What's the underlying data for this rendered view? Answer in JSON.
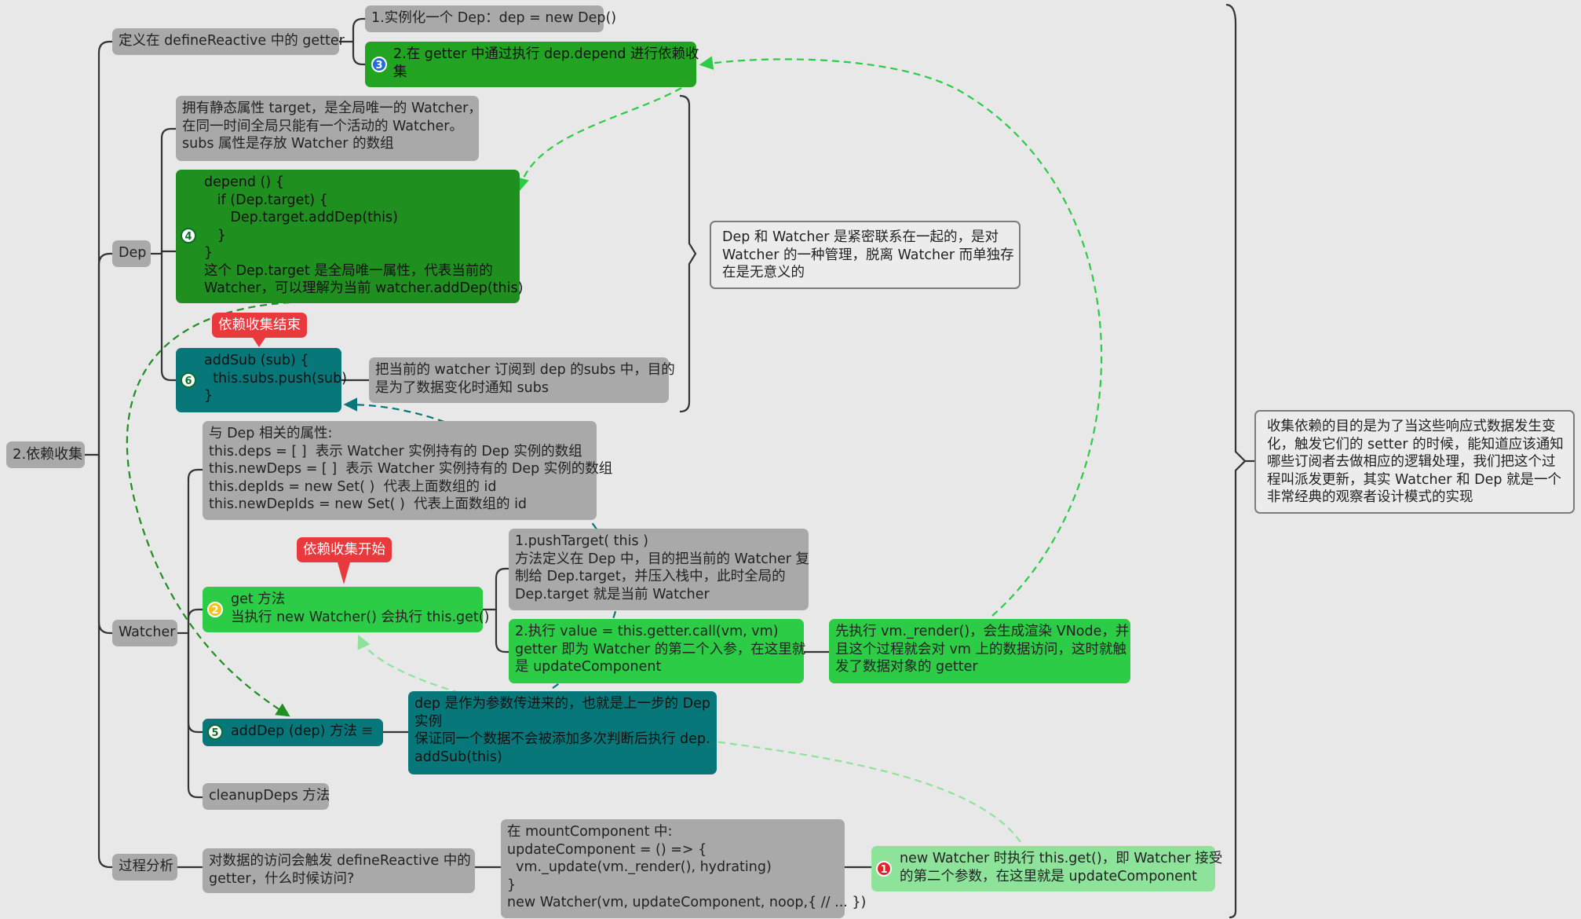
{
  "root": {
    "label": "2.依赖收集"
  },
  "branches": {
    "getter": {
      "label": "定义在 defineReactive 中的 getter",
      "child1": "1.实例化一个 Dep：dep = new Dep()",
      "child2": "2.在 getter 中通过执行 dep.depend 进行依赖收\n集",
      "child2_badge": "3"
    },
    "dep": {
      "label": "Dep",
      "static_desc": "拥有静态属性 target，是全局唯一的 Watcher，\n在同一时间全局只能有一个活动的 Watcher。\nsubs 属性是存放 Watcher 的数组",
      "depend_code": "depend () {\n   if (Dep.target) {\n      Dep.target.addDep(this)\n   }\n}\n这个 Dep.target 是全局唯一属性，代表当前的\nWatcher，可以理解为当前 watcher.addDep(this)",
      "depend_badge": "4",
      "addsub_code": "addSub (sub) {\n  this.subs.push(sub)\n}",
      "addsub_badge": "6",
      "addsub_desc": "把当前的 watcher 订阅到 dep 的subs 中，目的\n是为了数据变化时通知 subs",
      "end_callout": "依赖收集结束",
      "summary_note": "Dep 和 Watcher 是紧密联系在一起的，是对\nWatcher 的一种管理，脱离 Watcher 而单独存\n在是无意义的"
    },
    "watcher": {
      "label": "Watcher",
      "props": "与 Dep 相关的属性:\nthis.deps = [ ]  表示 Watcher 实例持有的 Dep 实例的数组\nthis.newDeps = [ ]  表示 Watcher 实例持有的 Dep 实例的数组\nthis.depIds = new Set( )  代表上面数组的 id\nthis.newDepIds = new Set( )  代表上面数组的 id",
      "get_method": "get 方法\n当执行 new Watcher() 会执行 this.get()",
      "get_badge": "2",
      "start_callout": "依赖收集开始",
      "push_target": "1.pushTarget( this )\n方法定义在 Dep 中，目的把当前的 Watcher 复\n制给 Dep.target，并压入栈中，此时全局的\nDep.target 就是当前 Watcher",
      "exec_value": "2.执行 value = this.getter.call(vm, vm)\ngetter 即为 Watcher 的第二个入参，在这里就\n是 updateComponent",
      "render_desc": "先执行 vm._render()，会生成渲染 VNode，并\n且这个过程就会对 vm 上的数据访问，这时就触\n发了数据对象的 getter",
      "adddep": "addDep (dep) 方法",
      "adddep_badge": "5",
      "adddep_desc": "dep 是作为参数传进来的，也就是上一步的 Dep\n实例\n保证同一个数据不会被添加多次判断后执行 dep.\naddSub(this)",
      "cleanup": "cleanupDeps 方法"
    },
    "process": {
      "label": "过程分析",
      "access": "对数据的访问会触发 defineReactive 中的\ngetter，什么时候访问?",
      "mount": "在 mountComponent 中:\nupdateComponent = () => {\n  vm._update(vm._render(), hydrating)\n}\nnew Watcher(vm, updateComponent, noop,{ // ... })",
      "new_watcher": "new Watcher 时执行 this.get()，即 Watcher 接受\n的第二个参数，在这里就是 updateComponent",
      "new_watcher_badge": "1"
    }
  },
  "summary": "收集依赖的目的是为了当这些响应式数据发生变\n化，触发它们的 setter 的时候，能知道应该通知\n哪些订阅者去做相应的逻辑处理，我们把这个过\n程叫派发更新，其实 Watcher 和 Dep 就是一个\n非常经典的观察者设计模式的实现",
  "colors": {
    "background": "#e8e8e8",
    "gray_node": "#a9a9a9",
    "dark_green": "#1f8f1f",
    "green": "#2ccc46",
    "light_green": "#8de39a",
    "teal": "#08777a",
    "callout_red": "#e9393c",
    "line": "#333333"
  }
}
